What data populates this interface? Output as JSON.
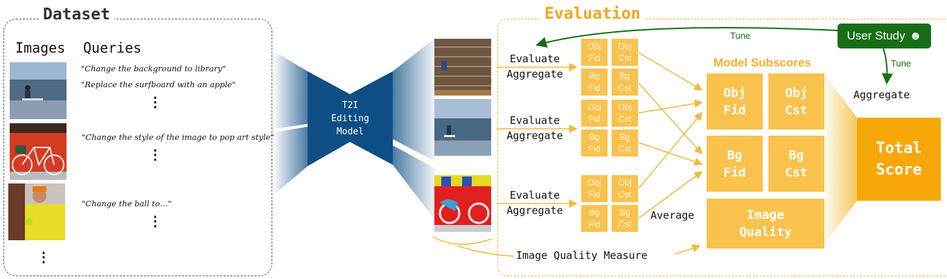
{
  "dataset": {
    "title": "Dataset",
    "images_header": "Images",
    "queries_header": "Queries",
    "queries": [
      "\"Change the background to library\"",
      "\"Replace the surfboard with an apple\"",
      "\"Change the style of the image to pop art style\"",
      "\"Change the ball to…\""
    ],
    "ellipsis": "⋮"
  },
  "model": {
    "line1": "T2I",
    "line2": "Editing",
    "line3": "Model"
  },
  "evaluation": {
    "title": "Evaluation",
    "evaluate": "Evaluate",
    "aggregate": "Aggregate",
    "small_boxes": [
      [
        "Obj",
        "Fid"
      ],
      [
        "Obj",
        "Cst"
      ],
      [
        "Bg",
        "Fid"
      ],
      [
        "Bg",
        "Cst"
      ]
    ],
    "subscores_title": "Model Subscores",
    "subscores": [
      [
        "Obj",
        "Fid"
      ],
      [
        "Obj",
        "Cst"
      ],
      [
        "Bg",
        "Fid"
      ],
      [
        "Bg",
        "Cst"
      ],
      [
        "Image",
        "Quality"
      ]
    ],
    "average": "Average",
    "iqm": "Image Quality Measure",
    "aggregate_final": "Aggregate",
    "total": [
      "Total",
      "Score"
    ],
    "user_study": "User Study",
    "user_icon": "☻",
    "tune": "Tune"
  },
  "colors": {
    "model_blue": "#0e4e85",
    "orange": "#f9c24d",
    "total": "#f7a808",
    "green": "#176e17"
  }
}
